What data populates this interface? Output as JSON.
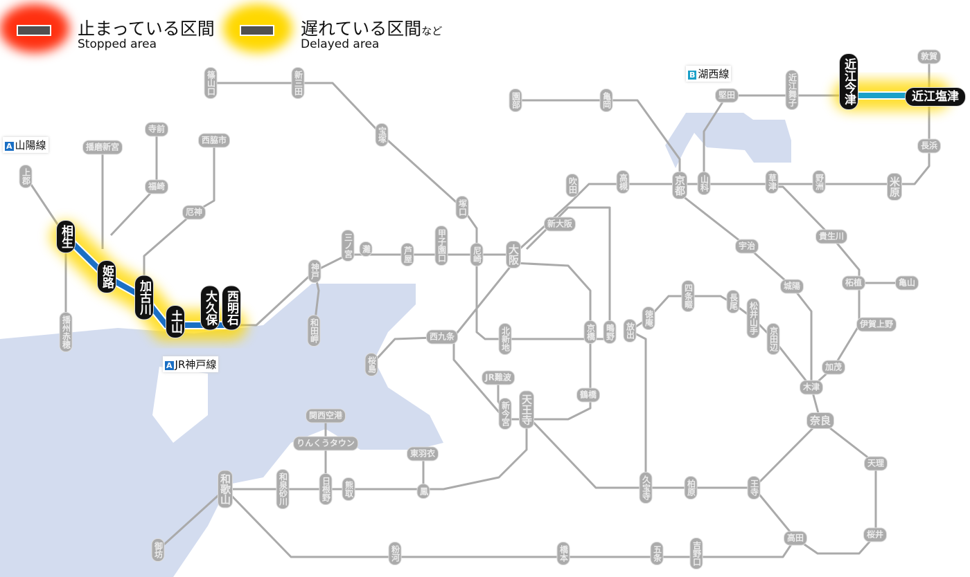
{
  "legend": {
    "stopped": {
      "jp": "止まっている区間",
      "en": "Stopped area",
      "color": "#ff3010"
    },
    "delayed": {
      "jp": "遅れている区間",
      "jp_suffix": "など",
      "en": "Delayed area",
      "color": "#ffd800"
    }
  },
  "line_labels": [
    {
      "badge": "A",
      "name": "山陽線",
      "color": "#1a6fc4"
    },
    {
      "badge": "A",
      "name": "JR神戸線",
      "color": "#1a6fc4"
    },
    {
      "badge": "B",
      "name": "湖西線",
      "color": "#1aa0c8"
    }
  ],
  "highlighted_stations": [
    "相生",
    "姫路",
    "加古川",
    "土山",
    "大久保",
    "西明石",
    "近江今津",
    "近江塩津"
  ],
  "stations": [
    "篠山口",
    "新三田",
    "宝塚",
    "塚口",
    "尼崎",
    "甲子園口",
    "芦屋",
    "灘",
    "三ノ宮",
    "神戸",
    "和田岬",
    "上郡",
    "播磨新宮",
    "寺前",
    "福崎",
    "西脇市",
    "厄神",
    "播州赤穂",
    "園部",
    "亀岡",
    "堅田",
    "近江舞子",
    "敦賀",
    "長浜",
    "吹田",
    "高槻",
    "京都",
    "山科",
    "草津",
    "野洲",
    "米原",
    "新大阪",
    "大阪",
    "宇治",
    "貴生川",
    "柘植",
    "亀山",
    "城陽",
    "四条畷",
    "徳庵",
    "長尾",
    "松井山手",
    "京田辺",
    "伊賀上野",
    "加茂",
    "木津",
    "奈良",
    "京橋",
    "鴫野",
    "放出",
    "北新地",
    "西九条",
    "桜島",
    "JR難波",
    "新今宮",
    "天王寺",
    "鶴橋",
    "関西空港",
    "りんくうタウン",
    "東羽衣",
    "鳳",
    "日根野",
    "熊取",
    "和泉砂川",
    "和歌山",
    "御坊",
    "粉河",
    "橋本",
    "五条",
    "吉野口",
    "久宝寺",
    "柏原",
    "王寺",
    "高田",
    "桜井",
    "天理"
  ]
}
